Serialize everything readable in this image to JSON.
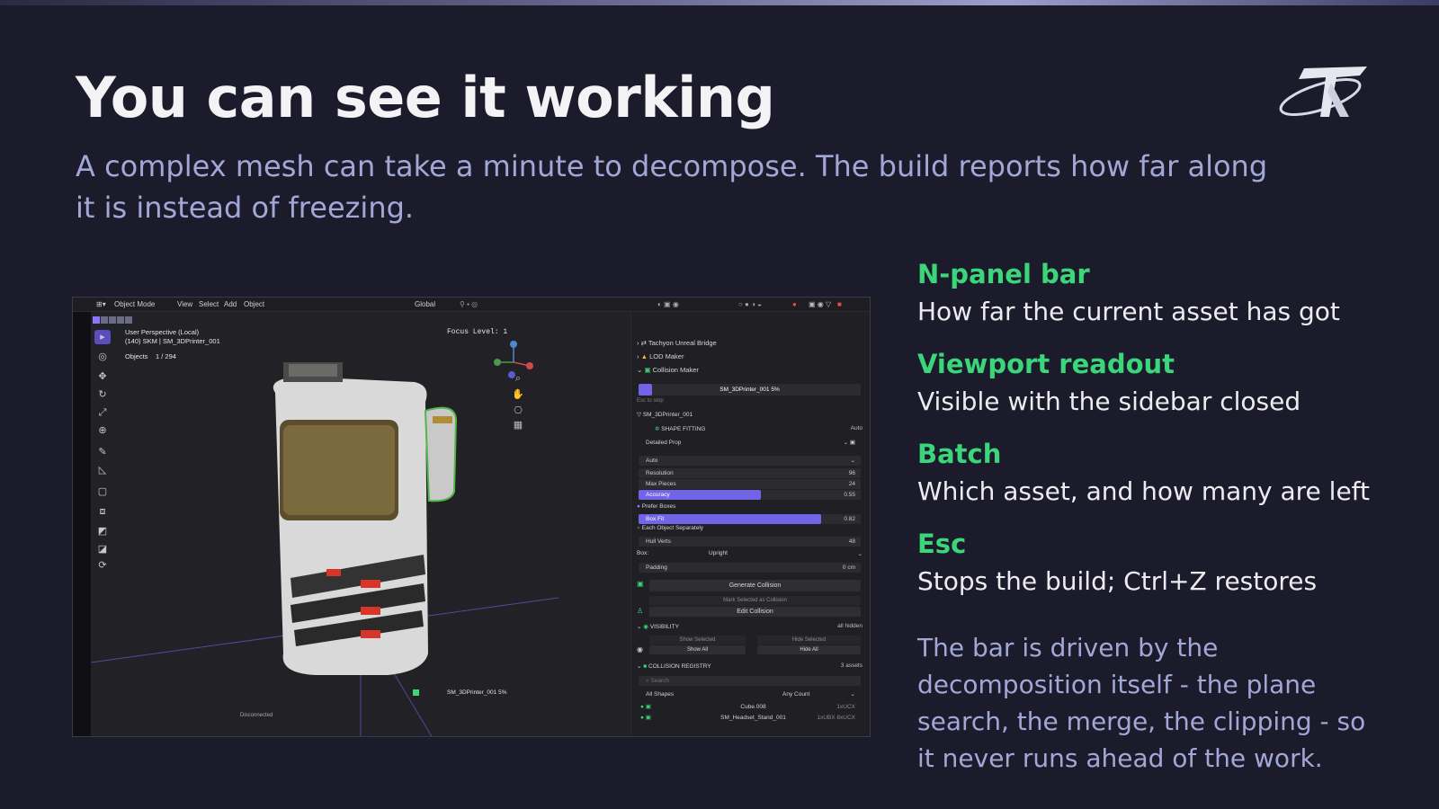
{
  "slide": {
    "title": "You can see it working",
    "subtitle": "A complex mesh can take a minute to decompose. The build reports how far along it is instead of freezing."
  },
  "features": [
    {
      "heading": "N-panel bar",
      "text": "How far the current asset has got"
    },
    {
      "heading": "Viewport readout",
      "text": "Visible with the sidebar closed"
    },
    {
      "heading": "Batch",
      "text": "Which asset, and how many are left"
    },
    {
      "heading": "Esc",
      "text": "Stops the build; Ctrl+Z restores"
    }
  ],
  "note": "The bar is driven by the decomposition itself - the plane search, the merge, the clipping - so it never runs ahead of the work.",
  "colors": {
    "accent_green": "#3bd67a",
    "subtitle_blue": "#a3a7d6",
    "progress_purple": "#7164e6"
  },
  "blender": {
    "header": {
      "mode": "Object Mode",
      "menus": [
        "View",
        "Select",
        "Add",
        "Object"
      ],
      "orientation": "Global"
    },
    "viewport": {
      "perspective": "User Perspective (Local)",
      "object_line": "(140) SKM | SM_3DPrinter_001",
      "objects_label": "Objects",
      "objects_count": "1 / 294",
      "focus": "Focus Level: 1",
      "readout": "SM_3DPrinter_001  5%",
      "readout_progress": 0.05,
      "status": "Disconnected"
    },
    "panel": {
      "sections": [
        "Tachyon Unreal Bridge",
        "LOD Maker",
        "Collision Maker"
      ],
      "progress_label": "SM_3DPrinter_001  5%",
      "progress": 0.05,
      "esc_hint": "Esc to stop",
      "asset": "SM_3DPrinter_001",
      "shape_fitting": "SHAPE FITTING",
      "shape_fitting_value": "Auto",
      "preset": "Detailed Prop",
      "method": "Auto",
      "resolution": {
        "label": "Resolution",
        "value": "96"
      },
      "max_pieces": {
        "label": "Max Pieces",
        "value": "24"
      },
      "accuracy": {
        "label": "Accuracy",
        "value": "0.55",
        "fill": 0.55
      },
      "prefer_boxes": "Prefer Boxes",
      "box_fit": {
        "label": "Box Fit",
        "value": "0.82",
        "fill": 0.82
      },
      "each_separately": "Each Object Separately",
      "hull_verts": {
        "label": "Hull Verts",
        "value": "48"
      },
      "box": {
        "label": "Box:",
        "value": "Upright"
      },
      "padding": {
        "label": "Padding",
        "value": "0 cm"
      },
      "generate": "Generate Collision",
      "mark_selected": "Mark Selected as Collision",
      "edit": "Edit Collision",
      "visibility": "VISIBILITY",
      "visibility_value": "all hidden",
      "show_selected": "Show Selected",
      "hide_selected": "Hide Selected",
      "show_all": "Show All",
      "hide_all": "Hide All",
      "registry": "COLLISION REGISTRY",
      "registry_count": "3 assets",
      "search_placeholder": "Search",
      "filter_shapes": "All Shapes",
      "filter_count": "Any Count",
      "rows": [
        {
          "name": "Cube.008",
          "tag": "1xUCX"
        },
        {
          "name": "SM_Headset_Stand_001",
          "tag": "1xUBX 8xUCX"
        }
      ]
    }
  }
}
